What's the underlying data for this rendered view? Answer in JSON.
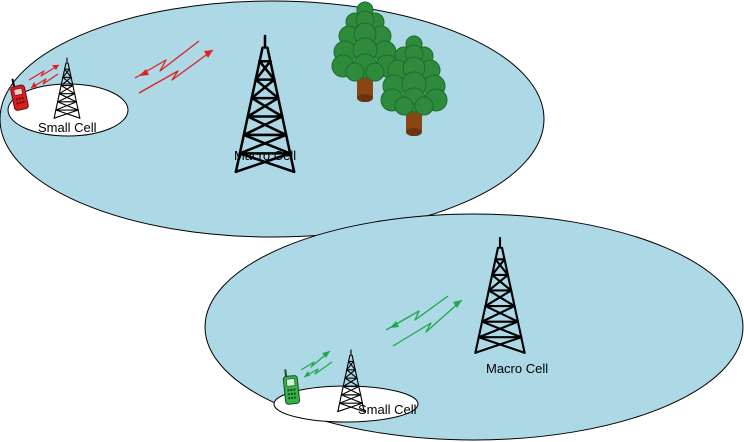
{
  "colors": {
    "macro_cell_fill": "#add8e6",
    "small_cell_fill": "#ffffff",
    "outline": "#000000",
    "tower": "#000000",
    "top_link": "#e02020",
    "bottom_link": "#21a84a",
    "top_phone": "#d81f1f",
    "bottom_phone": "#32b34a",
    "tree_foliage": "#2e8b3c",
    "tree_trunk": "#8b4513"
  },
  "top_scene": {
    "macro_cell_label": "Macro Cell",
    "small_cell_label": "Small Cell",
    "icons": [
      "cell-tower-icon",
      "phone-icon",
      "tree-icon",
      "signal-arrow-icon"
    ]
  },
  "bottom_scene": {
    "macro_cell_label": "Macro Cell",
    "small_cell_label": "Small Cell",
    "icons": [
      "cell-tower-icon",
      "phone-icon",
      "signal-arrow-icon"
    ]
  }
}
